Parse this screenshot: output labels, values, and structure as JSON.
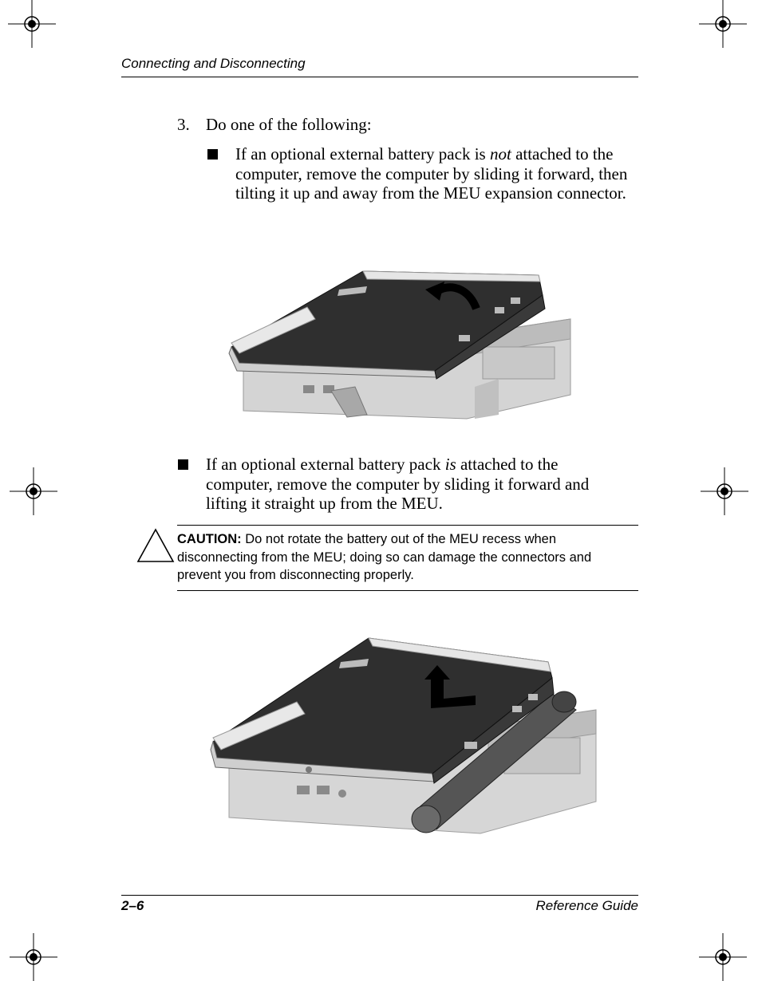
{
  "header": {
    "running_title": "Connecting and Disconnecting"
  },
  "step": {
    "number": "3.",
    "text": "Do one of the following:"
  },
  "bullets": [
    {
      "before": "If an optional external battery pack is ",
      "emphasis": "not",
      "after": " attached to the computer, remove the computer by sliding it forward, then tilting it up and away from the MEU expansion connector."
    },
    {
      "before": "If an optional external battery pack ",
      "emphasis": "is",
      "after": " attached to the computer, remove the computer by sliding it forward and lifting it straight up from the MEU."
    }
  ],
  "caution": {
    "label": "CAUTION:",
    "text": " Do not rotate the battery out of the MEU recess when disconnecting from the MEU; doing so can damage the connectors and prevent you from disconnecting properly."
  },
  "footer": {
    "page_number": "2–6",
    "guide_name": "Reference Guide"
  },
  "icons": {
    "caution": "caution-triangle-icon",
    "registration": "registration-mark-icon"
  }
}
